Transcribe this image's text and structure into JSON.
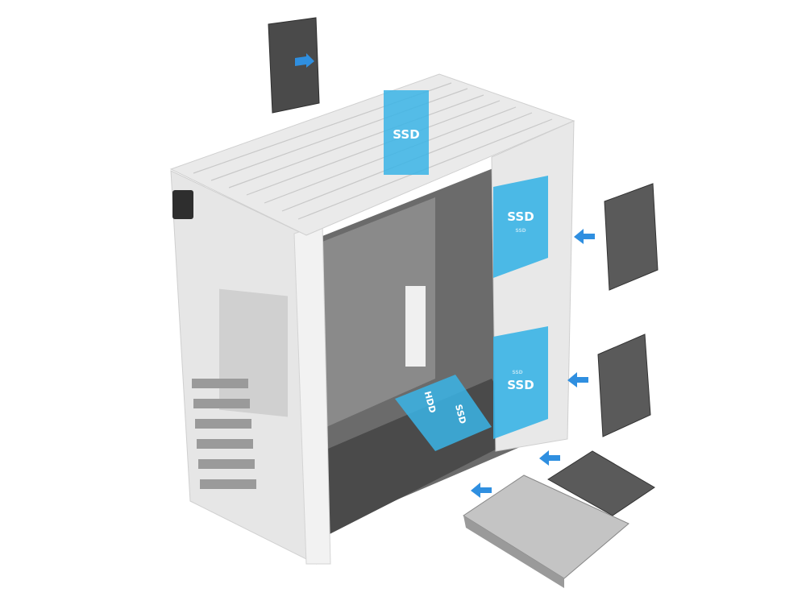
{
  "image": {
    "subject": "pc-case-storage-layout",
    "labels": {
      "top_ssd": "SSD",
      "side_ssd_upper": "SSD",
      "side_ssd_upper_small": "SSD",
      "side_ssd_lower": "SSD",
      "side_ssd_lower_small": "SSD",
      "floor_hdd": "HDD",
      "floor_ssd": "SSD"
    },
    "colors": {
      "highlight": "#3ab4e6",
      "arrow": "#2f8fe0",
      "case": "#eeeeee",
      "interior": "#5a5a5a",
      "drive": "#4a4a4a"
    }
  }
}
